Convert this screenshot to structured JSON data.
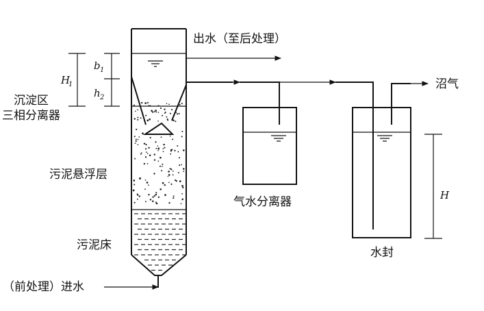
{
  "labels": {
    "outlet": "出水（至后处理）",
    "biogas": "沼气",
    "settling_zone": "沉淀区",
    "three_phase_separator": "三相分离器",
    "sludge_blanket": "污泥悬浮层",
    "sludge_bed": "污泥床",
    "inlet": "（前处理）进水",
    "gas_water_separator": "气水分离器",
    "water_seal": "水封"
  },
  "dimensions": {
    "H1": "H",
    "H1_sub": "1",
    "b1": "b",
    "b1_sub": "1",
    "h2": "h",
    "h2_sub": "2",
    "H": "H"
  },
  "colors": {
    "line": "#111111",
    "background": "#ffffff"
  }
}
